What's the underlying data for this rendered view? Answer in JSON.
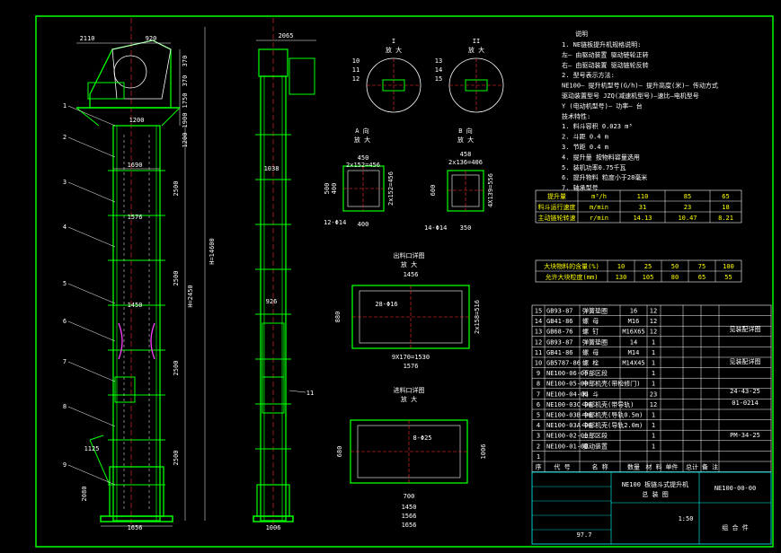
{
  "colors": {
    "background": "#000000",
    "frame": "#00ff00",
    "part": "#00ff00",
    "dimension": "#ffffff",
    "centerline": "#ff3030",
    "note": "#ffffff",
    "title_block": "#00ffff",
    "yellow": "#ffff00",
    "magenta": "#ff40ff"
  },
  "main_view": {
    "top_dims": [
      "2110",
      "920"
    ],
    "right_dims": [
      "370",
      "370",
      "1750",
      "1900",
      "1200"
    ],
    "head_width": "1690",
    "chain_width": "1576",
    "boot_width": "1450",
    "total_height": "H=14600",
    "height_label": "H=2450",
    "section_dims": [
      "2500",
      "2500",
      "2500",
      "2500"
    ],
    "bottom_dims": [
      "1125",
      "2080"
    ],
    "base_width": "1656",
    "callouts": [
      "1",
      "2",
      "3",
      "4",
      "5",
      "6",
      "7",
      "8",
      "9"
    ]
  },
  "side_view": {
    "top_dim": "2065",
    "width_dim": "1038",
    "mid_dim": "926",
    "base_dim": "1006",
    "callout": "11"
  },
  "detail_views": [
    {
      "title": "I",
      "sub": "放 大",
      "labels": [
        "10",
        "11",
        "12"
      ]
    },
    {
      "title": "II",
      "sub": "放 大",
      "labels": [
        "13",
        "14",
        "15"
      ]
    }
  ],
  "flange_a": {
    "title": "A 向",
    "sub": "放 大",
    "dims": [
      "450",
      "2x152=456",
      "500",
      "2x152=456",
      "400",
      "12-Φ14",
      "400"
    ]
  },
  "flange_b": {
    "title": "B 向",
    "sub": "放 大",
    "dims": [
      "458",
      "2x136=406",
      "600",
      "4X139=556",
      "14-Φ14",
      "350"
    ]
  },
  "outlet": {
    "title": "出料口详图",
    "sub": "放 大",
    "dims": [
      "1456",
      "28-Φ16",
      "880",
      "2x158=516",
      "9X170=1530",
      "1576"
    ]
  },
  "inlet": {
    "title": "进料口详图",
    "sub": "放 大",
    "dims": [
      "8-Φ25",
      "680",
      "1006",
      "700",
      "1450",
      "1566",
      "1656"
    ]
  },
  "notes": {
    "heading": "说明",
    "items": [
      "1.   NE链板提升机规格说明:",
      "     左— 由驱动装置 驱动链轮正转",
      "     右— 由驱动装置 驱动链轮反转",
      "2.   型号表示方法:",
      "     NE100— 提升机型号(G/h)— 提升高度(米)— 传动方式",
      "     驱动装置型号 JZQ(减速机型号)—速比—电机型号",
      "     Y (电动机型号)— 功率— 台",
      "     技术特性:",
      "1.   料斗容积    0.023 m³",
      "2.   斗距   0.4 m",
      "3.   节距   0.4 m",
      "4.   提升量 按物料容量选用",
      "5.   装机功率0.75千瓦",
      "6.   提升物料 粒度小于28毫米",
      "7.   轴承型号"
    ]
  },
  "perf_table1": {
    "headers": [
      "提升量",
      "m³/h",
      "110",
      "85",
      "65"
    ],
    "rows": [
      [
        "料斗运行速度",
        "m/min",
        "31",
        "23",
        "18"
      ],
      [
        "主动链轮转速",
        "r/min",
        "14.13",
        "10.47",
        "8.21"
      ]
    ]
  },
  "perf_table2": {
    "rows": [
      [
        "大块物料的含量(%)",
        "10",
        "25",
        "50",
        "75",
        "100"
      ],
      [
        "允许大块粒度(mm)",
        "130",
        "105",
        "80",
        "65",
        "55"
      ]
    ]
  },
  "bom": {
    "rows": [
      [
        "15",
        "GB93-87",
        "弹簧垫圈",
        "16",
        "12",
        ""
      ],
      [
        "14",
        "GB41-86",
        "螺 母",
        "M16",
        "12",
        ""
      ],
      [
        "13",
        "GB68-76",
        "螺 钉",
        "M16X65",
        "12",
        ""
      ],
      [
        "12",
        "GB93-87",
        "弹簧垫圈",
        "14",
        "1",
        ""
      ],
      [
        "11",
        "GB41-86",
        "螺 母",
        "M14",
        "1",
        ""
      ],
      [
        "10",
        "GB5787-86",
        "螺 栓",
        "M14X45",
        "1",
        ""
      ],
      [
        "9",
        "NE100-06-00",
        "下部区段",
        "",
        "1",
        ""
      ],
      [
        "8",
        "NE100-05-00",
        "中部机壳(带检修门)",
        "",
        "1",
        ""
      ],
      [
        "7",
        "NE100-04-00",
        "料 斗",
        "",
        "23",
        ""
      ],
      [
        "6",
        "NE100-03C-00",
        "中部机壳(带导轨)",
        "",
        "12",
        ""
      ],
      [
        "5",
        "NE100-03B-00",
        "中部机壳(导轨0.5m)",
        "",
        "1",
        ""
      ],
      [
        "4",
        "NE100-03A-00",
        "中部机壳(导轨2.0m)",
        "",
        "1",
        ""
      ],
      [
        "3",
        "NE100-02-00",
        "上部区段",
        "",
        "1",
        ""
      ],
      [
        "2",
        "NE100-01-00",
        "驱动装置",
        "",
        "1",
        ""
      ],
      [
        "1",
        "",
        "",
        "",
        "",
        ""
      ]
    ],
    "side_notes": [
      "见装配详图",
      "见装配详图",
      "24-43-25",
      "01-0214",
      "PM-34-25"
    ],
    "header": [
      "序",
      "代 号",
      "名 称",
      "数量",
      "材 料",
      "单件",
      "总计",
      "备 注"
    ]
  },
  "title_block": {
    "name": "NE100 板链斗式提升机",
    "sub": "总 装 图",
    "drawing_no": "NE100-00-00",
    "scale": "1:50",
    "weight": "97.7",
    "unit": "组 合 件"
  }
}
